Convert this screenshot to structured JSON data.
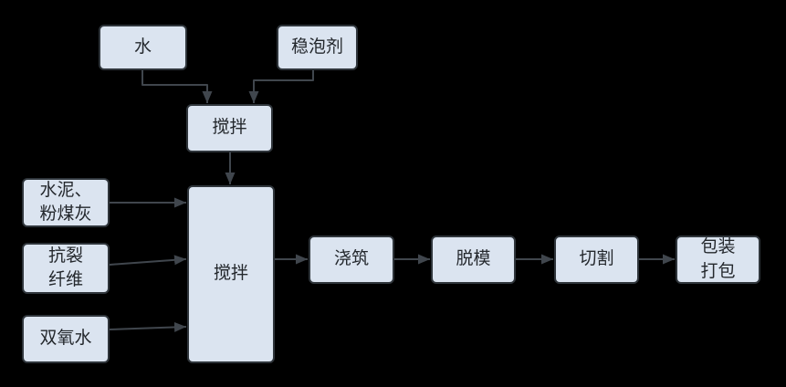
{
  "diagram": {
    "title": "foam-concrete-production-flowchart",
    "colors": {
      "background": "#000000",
      "node_fill": "#dbe4f0",
      "node_border": "#2f353b",
      "arrow": "#40464d",
      "text": "#24282d"
    },
    "nodes": [
      {
        "id": "water",
        "label": "水"
      },
      {
        "id": "foam-stabilizer",
        "label": "稳泡剂"
      },
      {
        "id": "mixing-1",
        "label": "搅拌"
      },
      {
        "id": "cement-flyash",
        "label": "水泥、\n粉煤灰"
      },
      {
        "id": "anti-crack-fiber",
        "label": "抗裂\n纤维"
      },
      {
        "id": "hydrogen-peroxide",
        "label": "双氧水"
      },
      {
        "id": "mixing-2",
        "label": "搅拌"
      },
      {
        "id": "pouring",
        "label": "浇筑"
      },
      {
        "id": "demolding",
        "label": "脱模"
      },
      {
        "id": "cutting",
        "label": "切割"
      },
      {
        "id": "packing",
        "label": "包装\n打包"
      }
    ],
    "edges": [
      {
        "from": "water",
        "to": "mixing-1"
      },
      {
        "from": "foam-stabilizer",
        "to": "mixing-1"
      },
      {
        "from": "mixing-1",
        "to": "mixing-2"
      },
      {
        "from": "cement-flyash",
        "to": "mixing-2"
      },
      {
        "from": "anti-crack-fiber",
        "to": "mixing-2"
      },
      {
        "from": "hydrogen-peroxide",
        "to": "mixing-2"
      },
      {
        "from": "mixing-2",
        "to": "pouring"
      },
      {
        "from": "pouring",
        "to": "demolding"
      },
      {
        "from": "demolding",
        "to": "cutting"
      },
      {
        "from": "cutting",
        "to": "packing"
      }
    ]
  }
}
